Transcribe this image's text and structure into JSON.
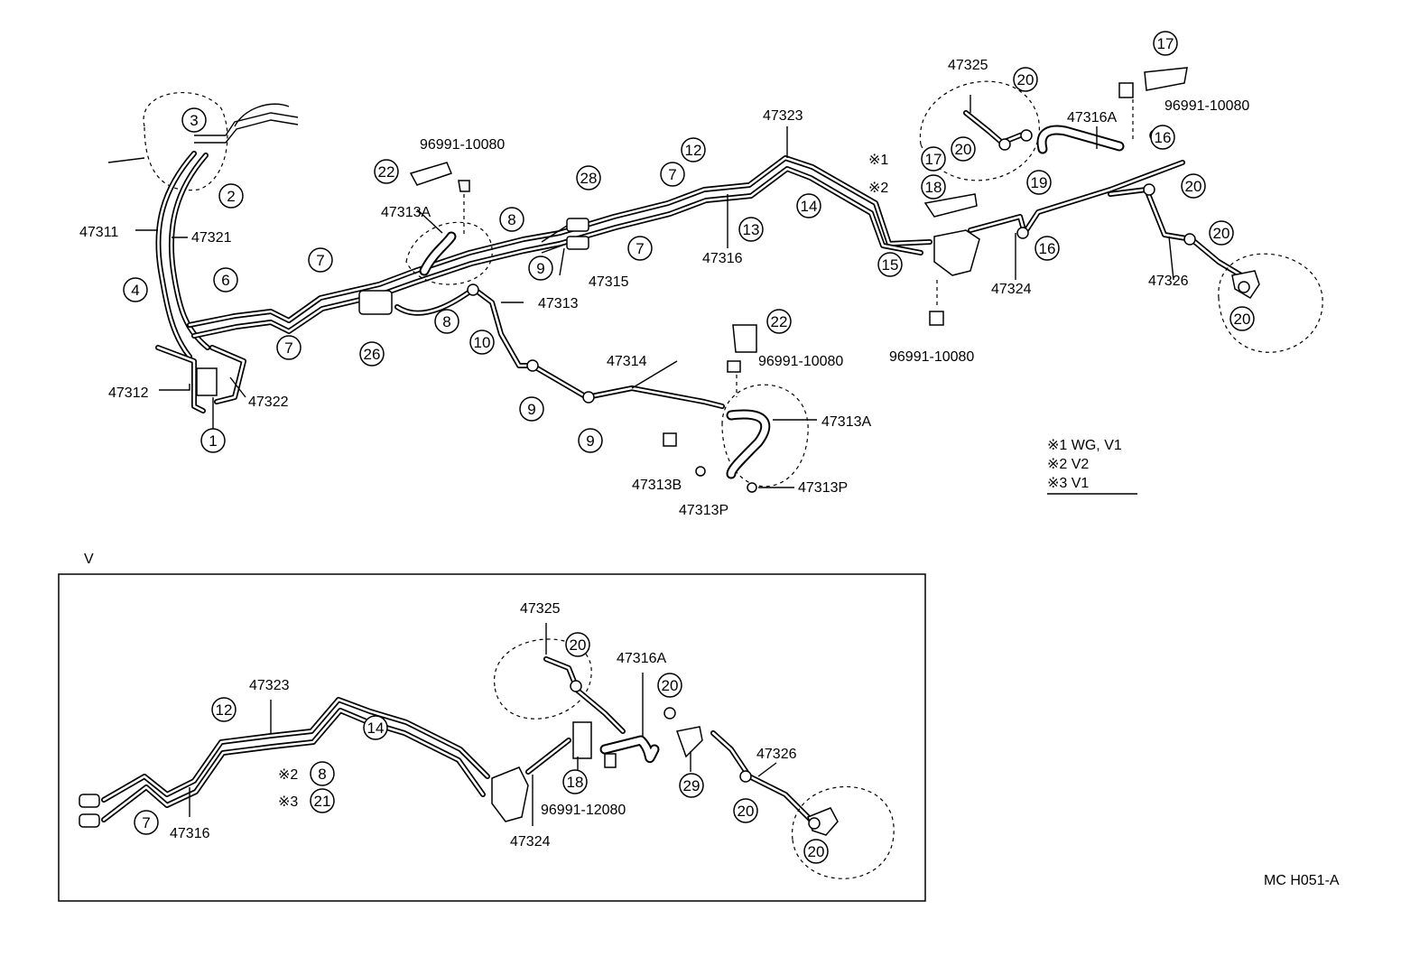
{
  "inset_label": "V",
  "drawing_code": "MC  H051-A",
  "legend": [
    {
      "mark": "※1",
      "text": "WG, V1"
    },
    {
      "mark": "※2",
      "text": "V2"
    },
    {
      "mark": "※3",
      "text": "V1"
    }
  ],
  "callouts": [
    {
      "id": "c3a",
      "label": "3"
    },
    {
      "id": "c2a",
      "label": "2"
    },
    {
      "id": "c4a",
      "label": "4"
    },
    {
      "id": "c6a",
      "label": "6"
    },
    {
      "id": "c1a",
      "label": "1"
    },
    {
      "id": "c7a",
      "label": "7"
    },
    {
      "id": "c7b",
      "label": "7"
    },
    {
      "id": "c22a",
      "label": "22"
    },
    {
      "id": "c8a",
      "label": "8"
    },
    {
      "id": "c8b",
      "label": "8"
    },
    {
      "id": "c26a",
      "label": "26"
    },
    {
      "id": "c10a",
      "label": "10"
    },
    {
      "id": "c9a",
      "label": "9"
    },
    {
      "id": "c9b",
      "label": "9"
    },
    {
      "id": "c9c",
      "label": "9"
    },
    {
      "id": "c28a",
      "label": "28"
    },
    {
      "id": "c7c",
      "label": "7"
    },
    {
      "id": "c7d",
      "label": "7"
    },
    {
      "id": "c12a",
      "label": "12"
    },
    {
      "id": "c13a",
      "label": "13"
    },
    {
      "id": "c14a",
      "label": "14"
    },
    {
      "id": "c22b",
      "label": "22"
    },
    {
      "id": "c17a",
      "label": "17"
    },
    {
      "id": "c18a",
      "label": "18"
    },
    {
      "id": "c15a",
      "label": "15"
    },
    {
      "id": "c16a",
      "label": "16"
    },
    {
      "id": "c17b",
      "label": "17"
    },
    {
      "id": "c20a",
      "label": "20"
    },
    {
      "id": "c20b",
      "label": "20"
    },
    {
      "id": "c16b",
      "label": "16"
    },
    {
      "id": "c19a",
      "label": "19"
    },
    {
      "id": "c20c",
      "label": "20"
    },
    {
      "id": "c20d",
      "label": "20"
    },
    {
      "id": "c20e",
      "label": "20"
    },
    {
      "id": "v12",
      "label": "12"
    },
    {
      "id": "v7",
      "label": "7"
    },
    {
      "id": "v8",
      "label": "8"
    },
    {
      "id": "v21",
      "label": "21"
    },
    {
      "id": "v14",
      "label": "14"
    },
    {
      "id": "v18",
      "label": "18"
    },
    {
      "id": "v20a",
      "label": "20"
    },
    {
      "id": "v20b",
      "label": "20"
    },
    {
      "id": "v29",
      "label": "29"
    },
    {
      "id": "v20c",
      "label": "20"
    },
    {
      "id": "v20d",
      "label": "20"
    }
  ],
  "part_labels": [
    {
      "id": "p47311",
      "text": "47311"
    },
    {
      "id": "p47321",
      "text": "47321"
    },
    {
      "id": "p47312",
      "text": "47312"
    },
    {
      "id": "p47322",
      "text": "47322"
    },
    {
      "id": "p96991a",
      "text": "96991-10080"
    },
    {
      "id": "p47313A1",
      "text": "47313A"
    },
    {
      "id": "p47313",
      "text": "47313"
    },
    {
      "id": "p47315",
      "text": "47315"
    },
    {
      "id": "p47314",
      "text": "47314"
    },
    {
      "id": "p47313A2",
      "text": "47313A"
    },
    {
      "id": "p47313B",
      "text": "47313B"
    },
    {
      "id": "p47313P1",
      "text": "47313P"
    },
    {
      "id": "p47313P2",
      "text": "47313P"
    },
    {
      "id": "p96991b",
      "text": "96991-10080"
    },
    {
      "id": "p47316",
      "text": "47316"
    },
    {
      "id": "p47323",
      "text": "47323"
    },
    {
      "id": "p47324",
      "text": "47324"
    },
    {
      "id": "p96991c",
      "text": "96991-10080"
    },
    {
      "id": "p47325",
      "text": "47325"
    },
    {
      "id": "p47316A",
      "text": "47316A"
    },
    {
      "id": "p96991d",
      "text": "96991-10080"
    },
    {
      "id": "p47326",
      "text": "47326"
    },
    {
      "id": "vp47323",
      "text": "47323"
    },
    {
      "id": "vp47316",
      "text": "47316"
    },
    {
      "id": "vp47325",
      "text": "47325"
    },
    {
      "id": "vp47316A",
      "text": "47316A"
    },
    {
      "id": "vp47324",
      "text": "47324"
    },
    {
      "id": "vp96991",
      "text": "96991-12080"
    },
    {
      "id": "vp47326",
      "text": "47326"
    }
  ],
  "markers": [
    {
      "id": "m1",
      "text": "※1"
    },
    {
      "id": "m2",
      "text": "※2"
    },
    {
      "id": "vm2",
      "text": "※2"
    },
    {
      "id": "vm3",
      "text": "※3"
    }
  ]
}
